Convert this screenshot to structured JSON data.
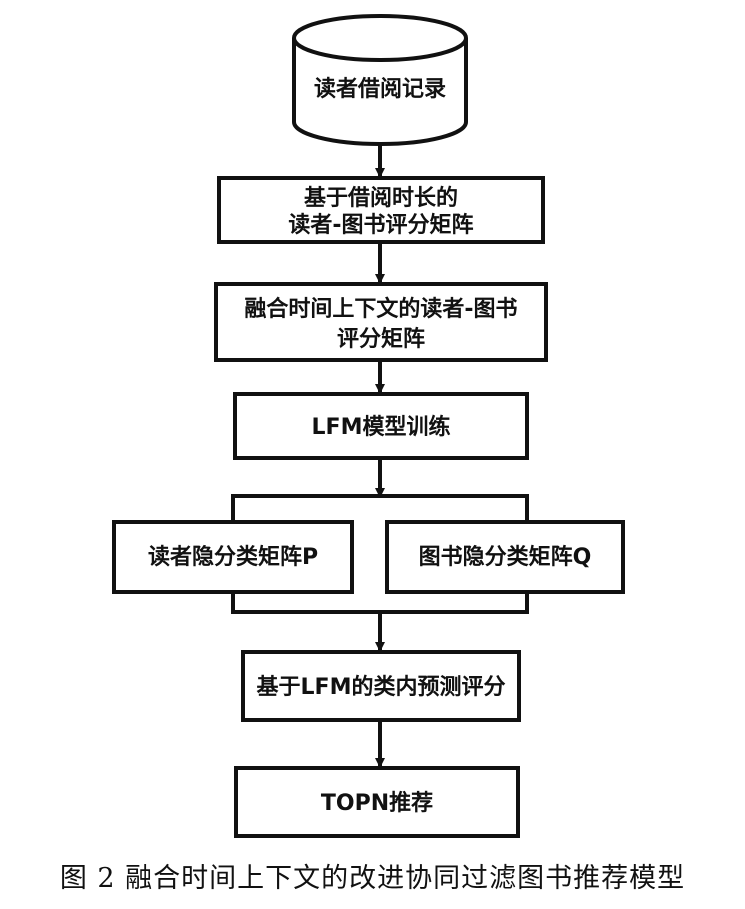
{
  "nodes": {
    "records": "读者借阅记录",
    "rating_matrix": [
      "基于借阅时长的",
      "读者-图书评分矩阵"
    ],
    "context_matrix": [
      "融合时间上下文的读者-图书",
      "评分矩阵"
    ],
    "lfm_training": "LFM模型训练",
    "reader_matrix": "读者隐分类矩阵P",
    "book_matrix": "图书隐分类矩阵Q",
    "lfm_predict": "基于LFM的类内预测评分",
    "topn": "TOPN推荐"
  },
  "caption": "图 2  融合时间上下文的改进协同过滤图书推荐模型"
}
